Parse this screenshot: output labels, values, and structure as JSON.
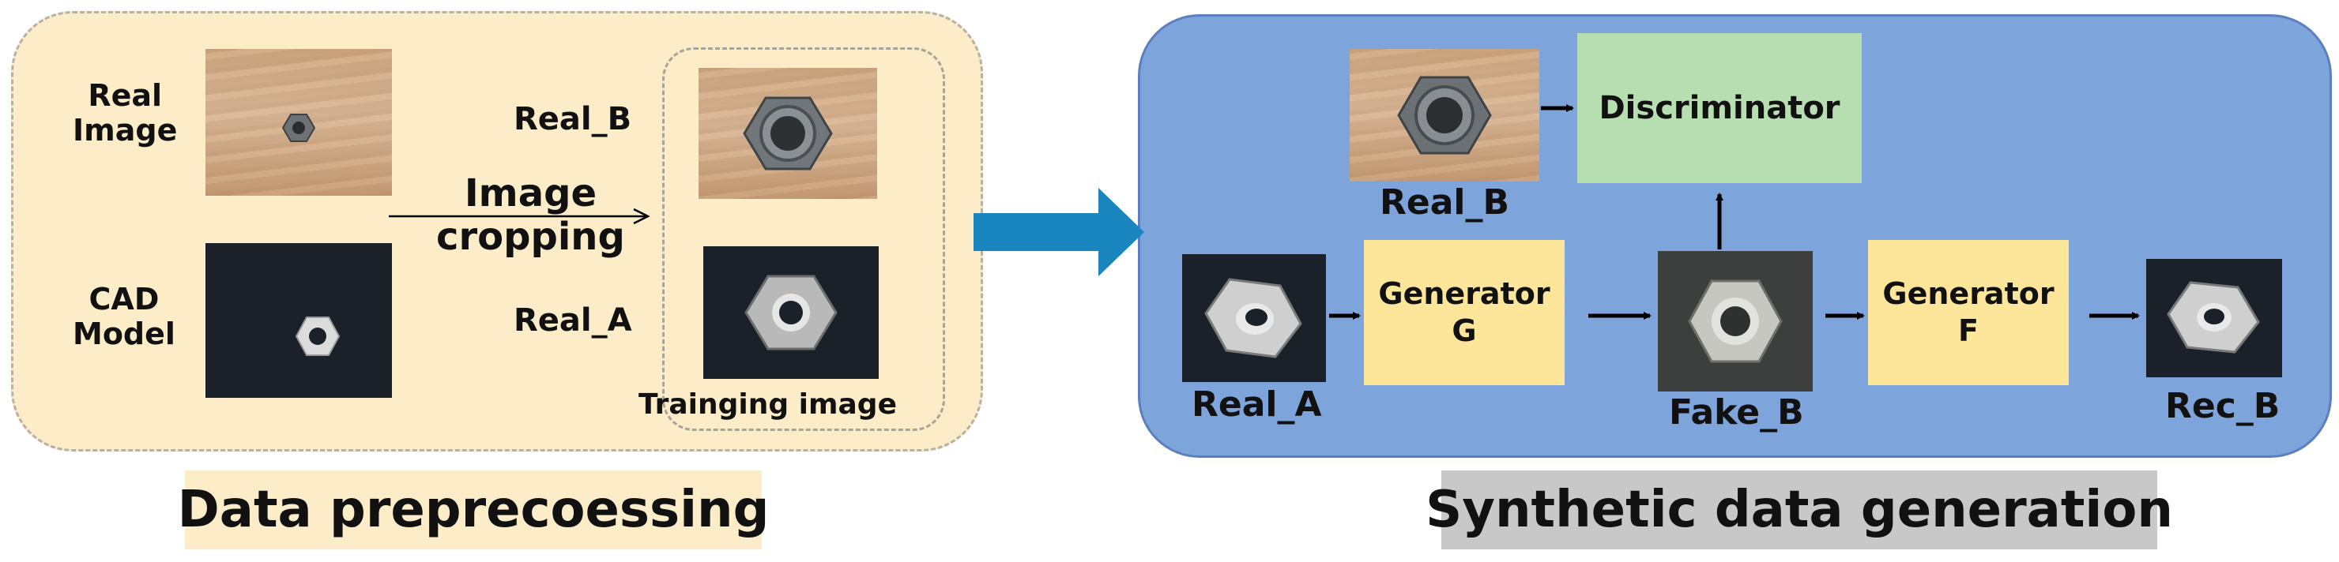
{
  "preprocessing": {
    "real_image_label": [
      "Real",
      "Image"
    ],
    "cad_model_label": [
      "CAD",
      "Model"
    ],
    "cropping_label": [
      "Image",
      "cropping"
    ],
    "real_b_label": "Real_B",
    "real_a_label": "Real_A",
    "training_label": "Trainging image",
    "caption": "Data preprecoessing"
  },
  "generation": {
    "real_b_label": "Real_B",
    "discriminator_label": "Discriminator",
    "real_a_label": "Real_A",
    "generator_g_label": [
      "Generator",
      "G"
    ],
    "fake_b_label": "Fake_B",
    "generator_f_label": [
      "Generator",
      "F"
    ],
    "rec_b_label": "Rec_B",
    "caption": "Synthetic data generation"
  },
  "colors": {
    "preprocessing_panel": "#fcecc7",
    "generation_panel": "#7ea5db",
    "generator_box": "#fde59a",
    "discriminator_box": "#b7deb0",
    "connector_arrow": "#1a86c0",
    "generation_caption_bg": "#c8c8c8",
    "preprocessing_caption_bg": "#fcecc7"
  },
  "icons": {
    "nut": "hex-nut-icon",
    "arrow": "arrow-icon"
  }
}
